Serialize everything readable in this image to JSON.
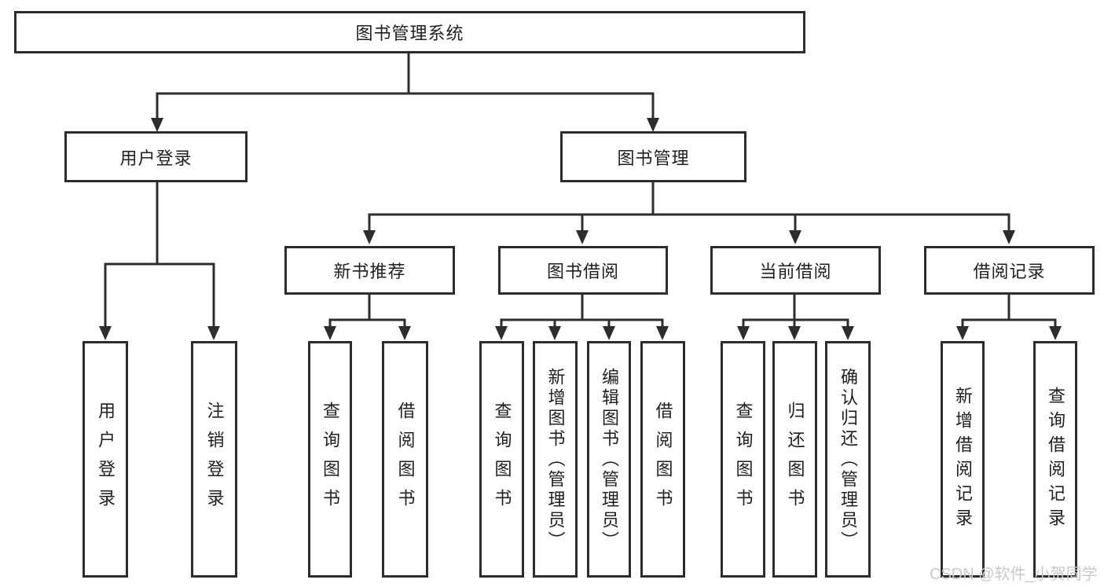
{
  "colors": {
    "line": "#2d2d2d",
    "box_border": "#2d2d2d",
    "text": "#1f1f1f",
    "watermark": "#c9c9c9",
    "background": "#ffffff"
  },
  "tree": {
    "root": {
      "label": "图书管理系统",
      "children": [
        {
          "label": "用户登录",
          "children": [
            {
              "label": "用户登录"
            },
            {
              "label": "注销登录"
            }
          ]
        },
        {
          "label": "图书管理",
          "children": [
            {
              "label": "新书推荐",
              "children": [
                {
                  "label": "查询图书"
                },
                {
                  "label": "借阅图书"
                }
              ]
            },
            {
              "label": "图书借阅",
              "children": [
                {
                  "label": "查询图书"
                },
                {
                  "label": "新增图书（管理员）"
                },
                {
                  "label": "编辑图书（管理员）"
                },
                {
                  "label": "借阅图书"
                }
              ]
            },
            {
              "label": "当前借阅",
              "children": [
                {
                  "label": "查询图书"
                },
                {
                  "label": "归还图书"
                },
                {
                  "label": "确认归还（管理员）"
                }
              ]
            },
            {
              "label": "借阅记录",
              "children": [
                {
                  "label": "新增借阅记录"
                },
                {
                  "label": "查询借阅记录"
                }
              ]
            }
          ]
        }
      ]
    }
  },
  "watermark": {
    "text": "CSDN @软件_小贺同学"
  }
}
